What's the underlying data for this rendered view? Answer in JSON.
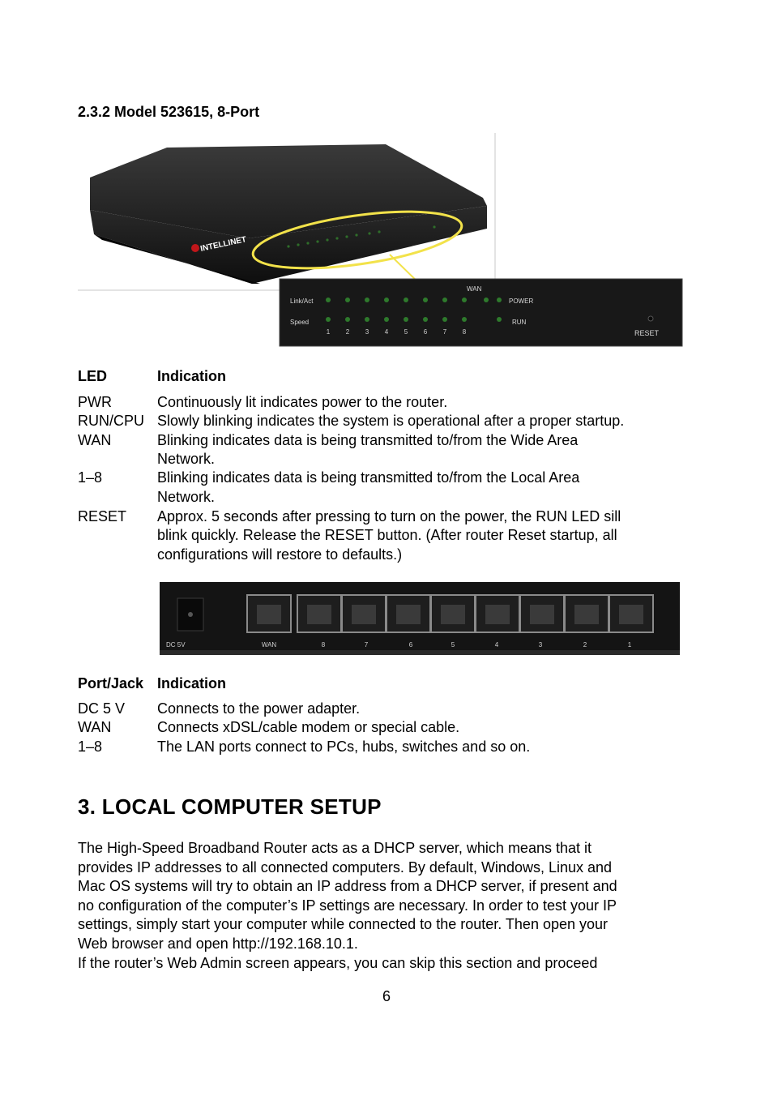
{
  "section_heading": "2.3.2 Model 523615, 8-Port",
  "router_image": {
    "brand_logo": "INTELLINET",
    "panel_labels": {
      "link_act": "Link/Act",
      "speed": "Speed",
      "wan": "WAN",
      "power": "POWER",
      "run": "RUN",
      "reset": "RESET",
      "port_numbers": [
        "1",
        "2",
        "3",
        "4",
        "5",
        "6",
        "7",
        "8"
      ]
    }
  },
  "led_table": {
    "header": {
      "col1": "LED",
      "col2": "Indication"
    },
    "rows": [
      {
        "name": "PWR",
        "desc": [
          "Continuously lit indicates power to the router."
        ]
      },
      {
        "name": "RUN/CPU",
        "desc": [
          "Slowly blinking indicates the system is operational after a proper startup."
        ]
      },
      {
        "name": "WAN",
        "desc": [
          "Blinking indicates data is being transmitted to/from the Wide Area",
          "Network."
        ]
      },
      {
        "name": "1–8",
        "desc": [
          "Blinking indicates data is being transmitted to/from the Local Area",
          "Network."
        ]
      },
      {
        "name": "RESET",
        "desc": [
          "Approx. 5 seconds after pressing to turn on the power, the RUN LED sill",
          "blink quickly. Release the RESET button. (After router Reset startup, all",
          "configurations will restore to defaults.)"
        ]
      }
    ]
  },
  "back_panel_image": {
    "dc_label": "DC 5V",
    "wan_label": "WAN",
    "port_labels": [
      "8",
      "7",
      "6",
      "5",
      "4",
      "3",
      "2",
      "1"
    ]
  },
  "port_table": {
    "header": {
      "col1": "Port/Jack",
      "col2": "Indication"
    },
    "rows": [
      {
        "name": "DC 5 V",
        "desc": "Connects to the power adapter."
      },
      {
        "name": "WAN",
        "desc": "Connects xDSL/cable modem or special cable."
      },
      {
        "name": "1–8",
        "desc": "The LAN ports connect to PCs, hubs, switches and so on."
      }
    ]
  },
  "chapter_heading": "3. LOCAL COMPUTER SETUP",
  "body_lines": [
    "The High-Speed Broadband Router acts as a DHCP server, which means that it",
    "provides IP addresses to all connected computers. By default, Windows, Linux and",
    "Mac OS systems will try to obtain an IP address from a DHCP server, if present and",
    "no configuration of the computer’s IP settings are necessary. In order to test your IP",
    "settings, simply start your computer while connected to the router. Then open your",
    "Web browser and open http://192.168.10.1.",
    "If the router’s Web Admin screen appears, you can skip this section and proceed"
  ],
  "page_number": "6"
}
